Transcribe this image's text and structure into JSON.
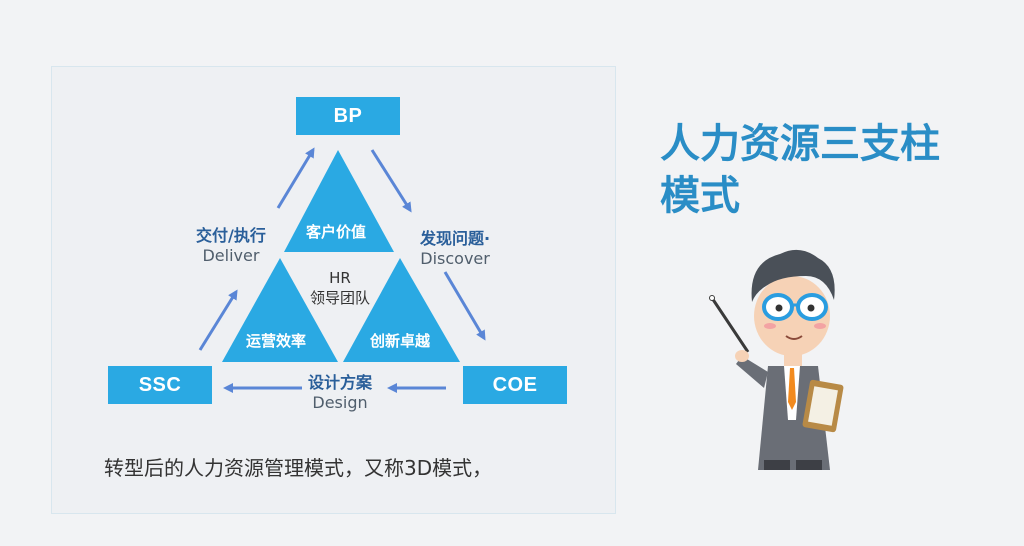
{
  "title": "人力资源三支柱模式",
  "diagram": {
    "nodes": {
      "bp": "BP",
      "ssc": "SSC",
      "coe": "COE"
    },
    "triangles": {
      "top": "客户价值",
      "left": "运营效率",
      "right": "创新卓越"
    },
    "center": {
      "line1": "HR",
      "line2": "领导团队"
    },
    "edges": {
      "deliver": {
        "cn": "交付/执行",
        "en": "Deliver"
      },
      "discover": {
        "cn": "发现问题·",
        "en": "Discover"
      },
      "design": {
        "cn": "设计方案",
        "en": "Design"
      }
    }
  },
  "caption": "转型后的人力资源管理模式，又称3D模式，",
  "colors": {
    "accent": "#2aa9e3",
    "title": "#2a8dc6",
    "arrow": "#5a86d6"
  }
}
